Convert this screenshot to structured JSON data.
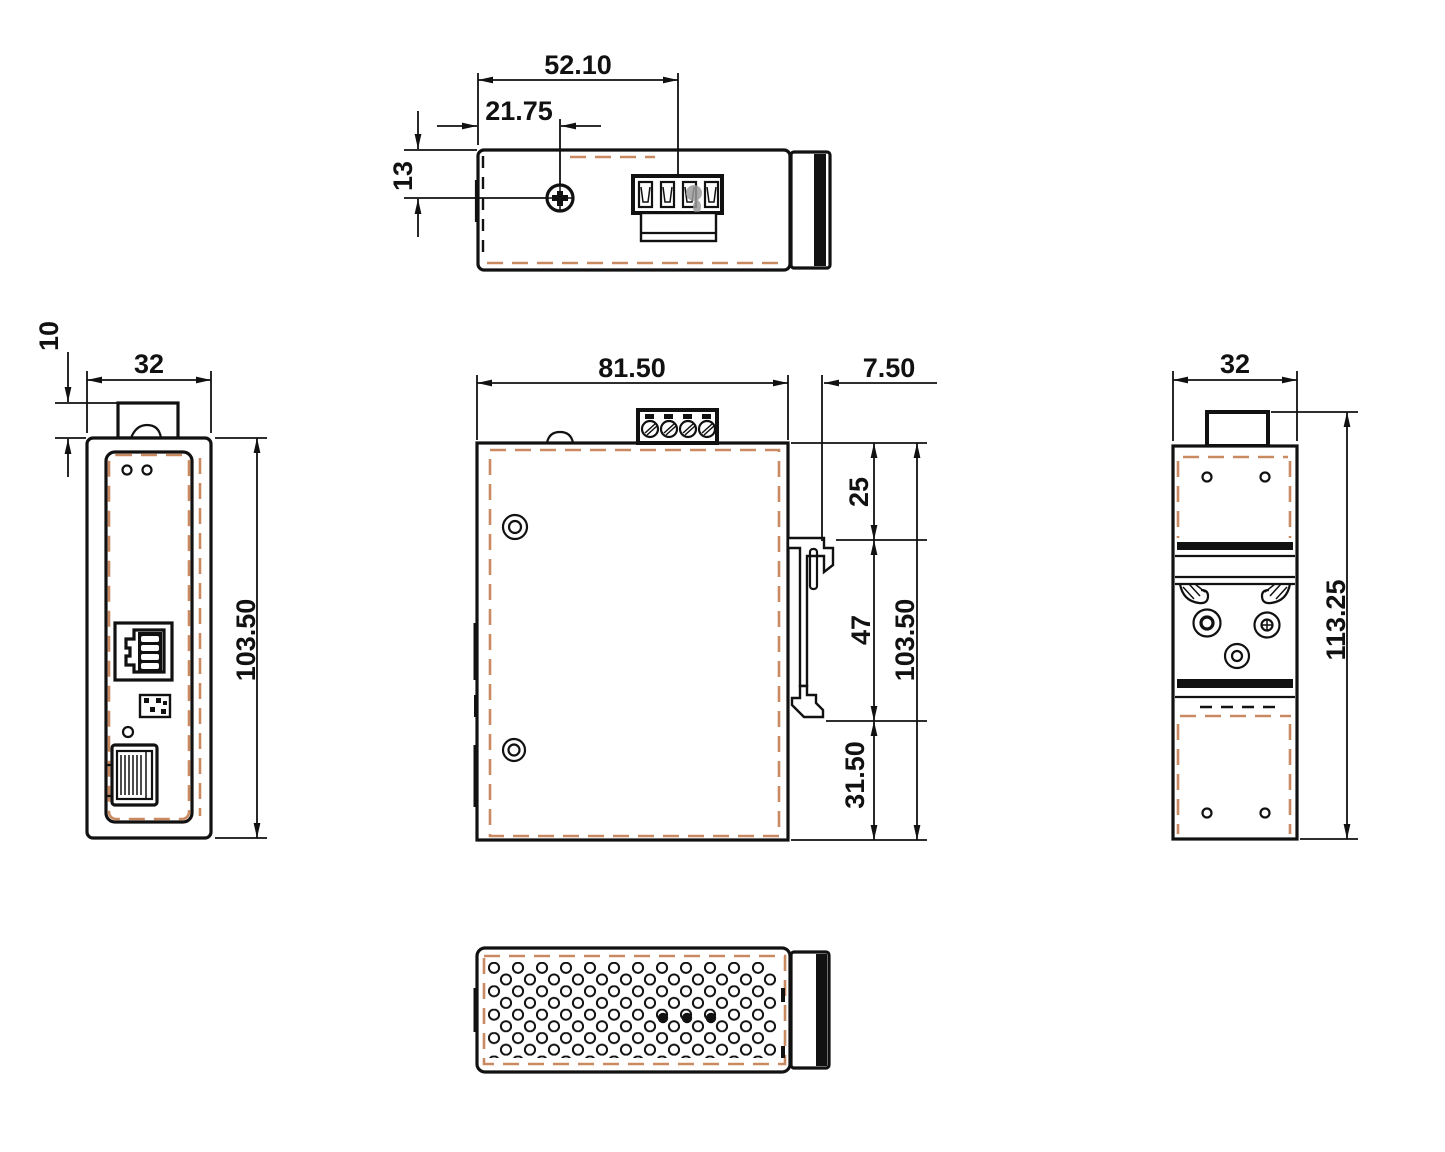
{
  "views": {
    "top": {
      "label": "top-view",
      "dims": {
        "width_to_terminal": "52.10",
        "width_to_ground_screw": "21.75",
        "ground_screw_offset": "13"
      }
    },
    "front": {
      "label": "front-view",
      "dims": {
        "terminal_height": "10",
        "width": "32",
        "body_height": "103.50"
      }
    },
    "side": {
      "label": "side-view",
      "dims": {
        "body_width": "81.50",
        "din_clip_depth": "7.50",
        "top_to_clip": "25",
        "clip_span": "47",
        "clip_to_bottom": "31.50",
        "body_height": "103.50"
      }
    },
    "rear": {
      "label": "rear-view",
      "dims": {
        "width": "32",
        "total_height": "113.25"
      }
    },
    "bottom": {
      "label": "bottom-view"
    }
  },
  "colors": {
    "line": "#111111",
    "accent_dashed": "#c98a62",
    "background": "#ffffff"
  }
}
